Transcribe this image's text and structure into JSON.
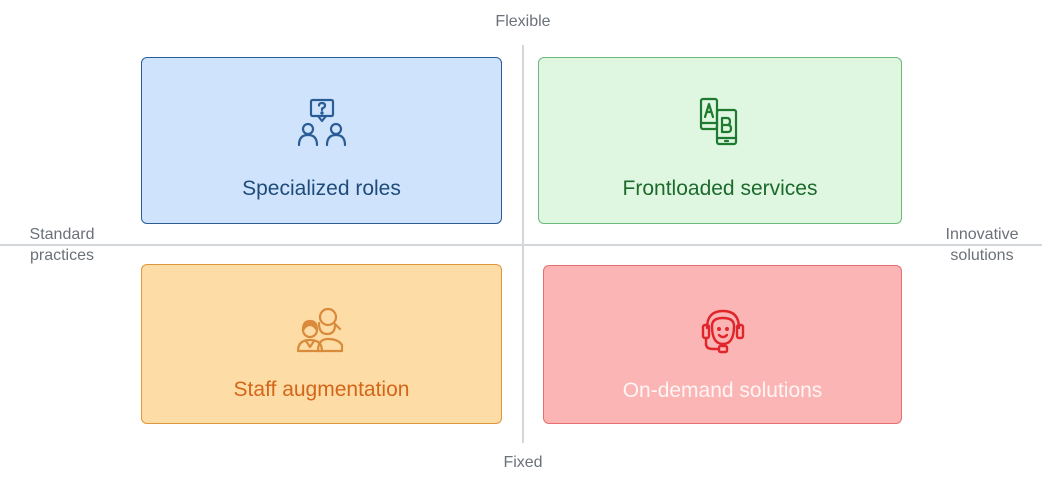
{
  "axes": {
    "top": "Flexible",
    "bottom": "Fixed",
    "left": "Standard\npractices",
    "right": "Innovative\nsolutions"
  },
  "quadrants": {
    "top_left": {
      "title": "Specialized roles",
      "icon": "team-question-icon",
      "color": "#cfe4fc"
    },
    "top_right": {
      "title": "Frontloaded services",
      "icon": "ab-test-phones-icon",
      "color": "#dff7e1"
    },
    "bottom_left": {
      "title": "Staff augmentation",
      "icon": "people-search-icon",
      "color": "#fddca6"
    },
    "bottom_right": {
      "title": "On-demand solutions",
      "icon": "headset-support-icon",
      "color": "#fbb5b5"
    }
  }
}
